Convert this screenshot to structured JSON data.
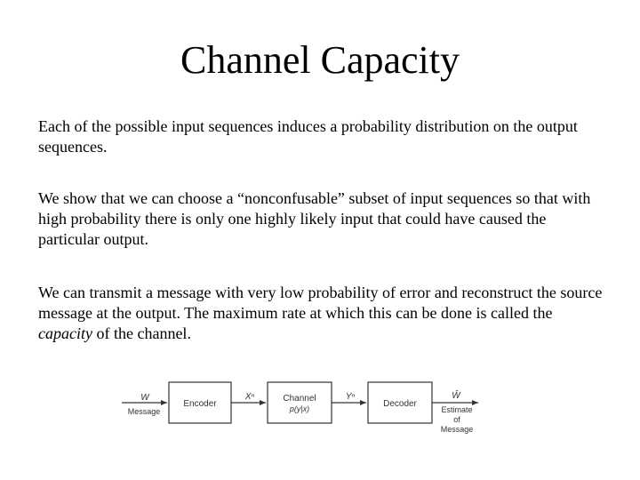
{
  "title": "Channel Capacity",
  "paragraphs": {
    "p1": "Each of the possible input sequences induces a probability distribution on the output sequences.",
    "p2": "We show that we can choose a “nonconfusable” subset of input sequences so that with high probability there is only one highly likely input that could have caused the particular output.",
    "p3_before": "We can transmit a message with very low probability of error and reconstruct the source message at the output. The maximum rate at which this can be done is called the ",
    "p3_emph": "capacity",
    "p3_after": " of the channel."
  },
  "diagram": {
    "input_symbol": "W",
    "input_label": "Message",
    "encoder": "Encoder",
    "encoder_output": "Xⁿ",
    "channel": "Channel",
    "channel_law": "p(y|x)",
    "channel_output": "Yⁿ",
    "decoder": "Decoder",
    "output_symbol": "Ŵ",
    "output_label_1": "Estimate",
    "output_label_2": "of",
    "output_label_3": "Message"
  }
}
